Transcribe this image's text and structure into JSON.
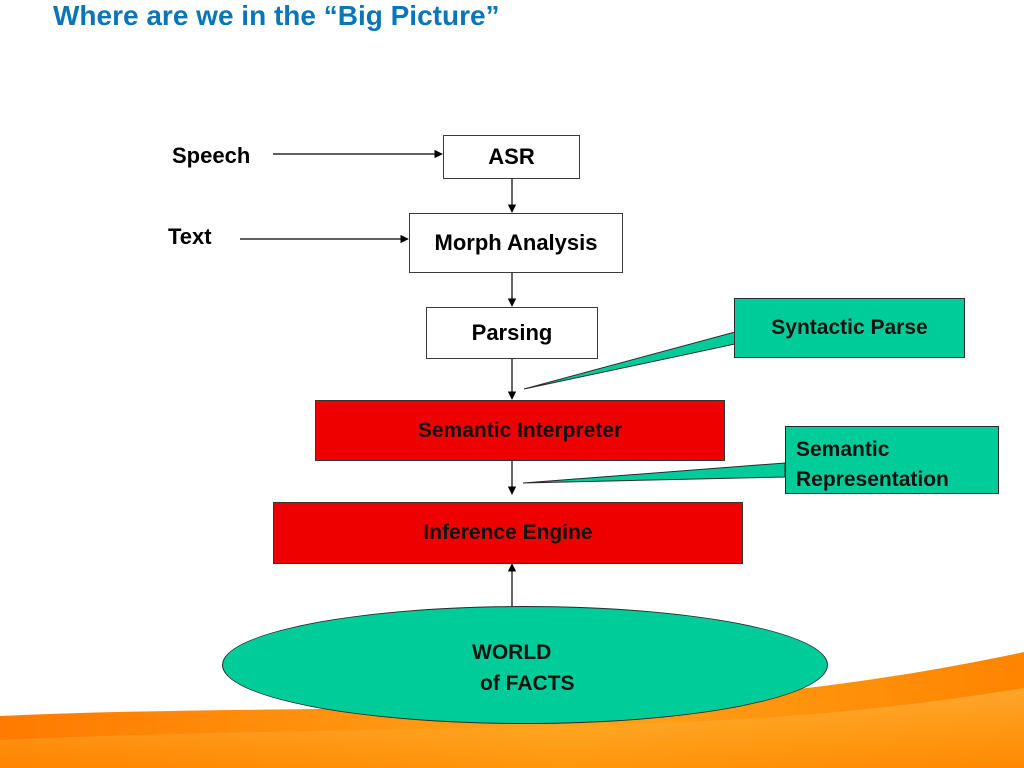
{
  "slide": {
    "title": "Where are we in the “Big Picture”"
  },
  "diagram": {
    "inputs": {
      "speech": "Speech",
      "text": "Text"
    },
    "stages": {
      "asr": "ASR",
      "morph": "Morph Analysis",
      "parsing": "Parsing",
      "semantic_interpreter": "Semantic Interpreter",
      "inference_engine": "Inference Engine"
    },
    "callouts": {
      "syntactic_parse": "Syntactic Parse",
      "semantic_representation_line1": "Semantic",
      "semantic_representation_line2": "Representation"
    },
    "knowledge_base": {
      "line1": "WORLD",
      "line2": "of FACTS"
    },
    "colors": {
      "title": "#0a76b8",
      "processing_stage": "#ee0000",
      "callout_fill": "#00cc99",
      "footer_wave": "#f7931e"
    }
  }
}
